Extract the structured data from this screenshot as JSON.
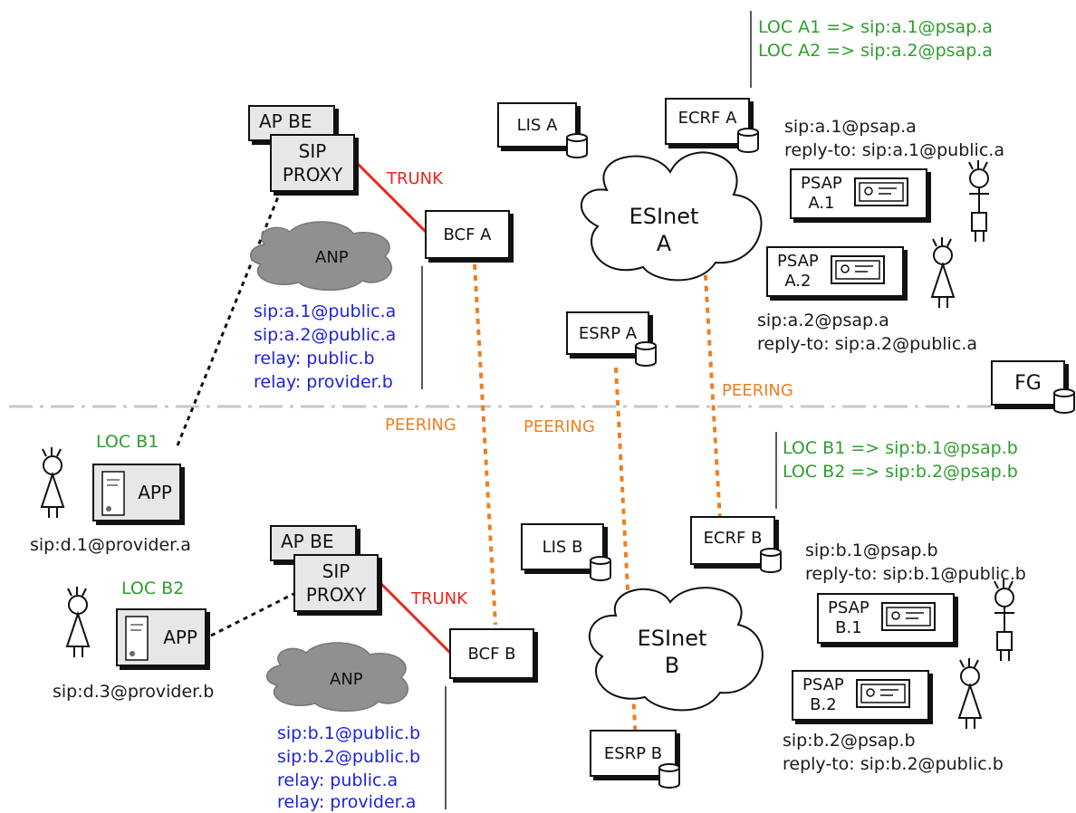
{
  "colors": {
    "locator_text": "#2e9e2e",
    "provider_text": "#1f22e0",
    "peering": "#ee7f22",
    "trunk": "#e8251f",
    "cloud_fill": "#909090",
    "separator": "#c8c8c8"
  },
  "top": {
    "ecrf_mapping": [
      "LOC  A1 => sip:a.1@psap.a",
      "LOC  A2 => sip:a.2@psap.a"
    ],
    "ap_be": "AP BE",
    "sip_proxy": [
      "SIP",
      "PROXY"
    ],
    "trunk": "TRUNK",
    "lis": "LIS A",
    "ecrf": "ECRF A",
    "bcf": "BCF A",
    "esinet": [
      "ESInet",
      "A"
    ],
    "anp": "ANP",
    "esrp": "ESRP A",
    "psap1": {
      "name": [
        "PSAP",
        "A.1"
      ],
      "addr": "sip:a.1@psap.a",
      "reply": "reply-to: sip:a.1@public.a"
    },
    "psap2": {
      "name": [
        "PSAP",
        "A.2"
      ],
      "addr": "sip:a.2@psap.a",
      "reply": "reply-to: sip:a.2@public.a"
    },
    "public_list": [
      "sip:a.1@public.a",
      "sip:a.2@public.a",
      "relay: public.b",
      "relay: provider.b"
    ],
    "peering": "PEERING"
  },
  "fg": "FG",
  "bottom": {
    "peering_left": "PEERING",
    "peering_mid": "PEERING",
    "ecrf_mapping": [
      "LOC  B1 => sip:b.1@psap.b",
      "LOC  B2 => sip:b.2@psap.b"
    ],
    "loc_b1": "LOC B1",
    "loc_b2": "LOC B2",
    "app": "APP",
    "user1": "sip:d.1@provider.a",
    "user3": "sip:d.3@provider.b",
    "ap_be": "AP BE",
    "sip_proxy": [
      "SIP",
      "PROXY"
    ],
    "trunk": "TRUNK",
    "lis": "LIS B",
    "ecrf": "ECRF B",
    "bcf": "BCF B",
    "esinet": [
      "ESInet",
      "B"
    ],
    "anp": "ANP",
    "esrp": "ESRP B",
    "psap1": {
      "name": [
        "PSAP",
        "B.1"
      ],
      "addr": "sip:b.1@psap.b",
      "reply": "reply-to: sip:b.1@public.b"
    },
    "psap2": {
      "name": [
        "PSAP",
        "B.2"
      ],
      "addr": "sip:b.2@psap.b",
      "reply": "reply-to: sip:b.2@public.b"
    },
    "public_list": [
      "sip:b.1@public.b",
      "sip:b.2@public.b",
      "relay: public.a",
      "relay: provider.a"
    ]
  }
}
